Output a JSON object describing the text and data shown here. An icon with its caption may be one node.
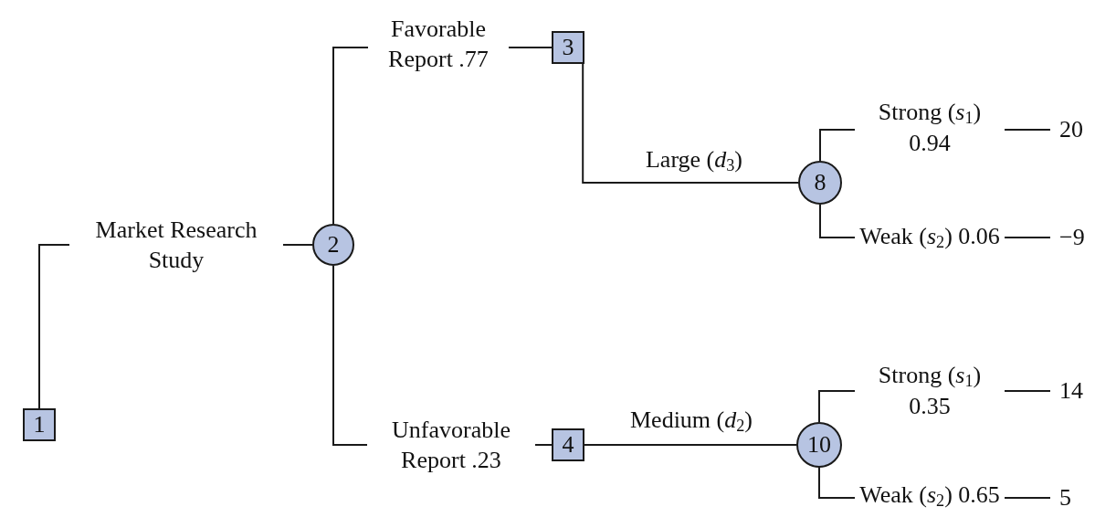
{
  "diagram": {
    "nodes": [
      {
        "text": [
          "1"
        ]
      },
      {
        "text": [
          "2"
        ]
      },
      {
        "text": [
          "3"
        ]
      },
      {
        "text": [
          "8"
        ]
      },
      {
        "text": [
          "4"
        ]
      },
      {
        "text": [
          "10"
        ]
      },
      {
        "text": [
          "20"
        ]
      },
      {
        "text": [
          "−9"
        ]
      },
      {
        "text": [
          "14"
        ]
      },
      {
        "text": [
          "5"
        ]
      }
    ],
    "edges": [
      {
        "from": 0,
        "to": 1,
        "arrow": "none",
        "label": "Market Research Study"
      },
      {
        "from": 1,
        "to": 2,
        "arrow": "none",
        "label": "Favorable Report .77"
      },
      {
        "from": 1,
        "to": 4,
        "arrow": "none",
        "label": "Unfavorable Report .23"
      },
      {
        "from": 2,
        "to": 3,
        "arrow": "none",
        "label": "Large (*d*$_{3}$)"
      },
      {
        "from": 4,
        "to": 5,
        "arrow": "none",
        "label": "Medium (*d*$_{2}$)"
      },
      {
        "from": 3,
        "to": 6,
        "arrow": "none",
        "label": "Strong (*s*$_{1}$) 0.94"
      },
      {
        "from": 3,
        "to": 7,
        "arrow": "none",
        "label": "Weak (*s*$_{2}$) 0.06"
      },
      {
        "from": 5,
        "to": 8,
        "arrow": "none",
        "label": "Strong (*s*$_{1}$) 0.35"
      },
      {
        "from": 5,
        "to": 9,
        "arrow": "none",
        "label": "Weak (*s*$_{2}$) 0.65"
      }
    ]
  }
}
